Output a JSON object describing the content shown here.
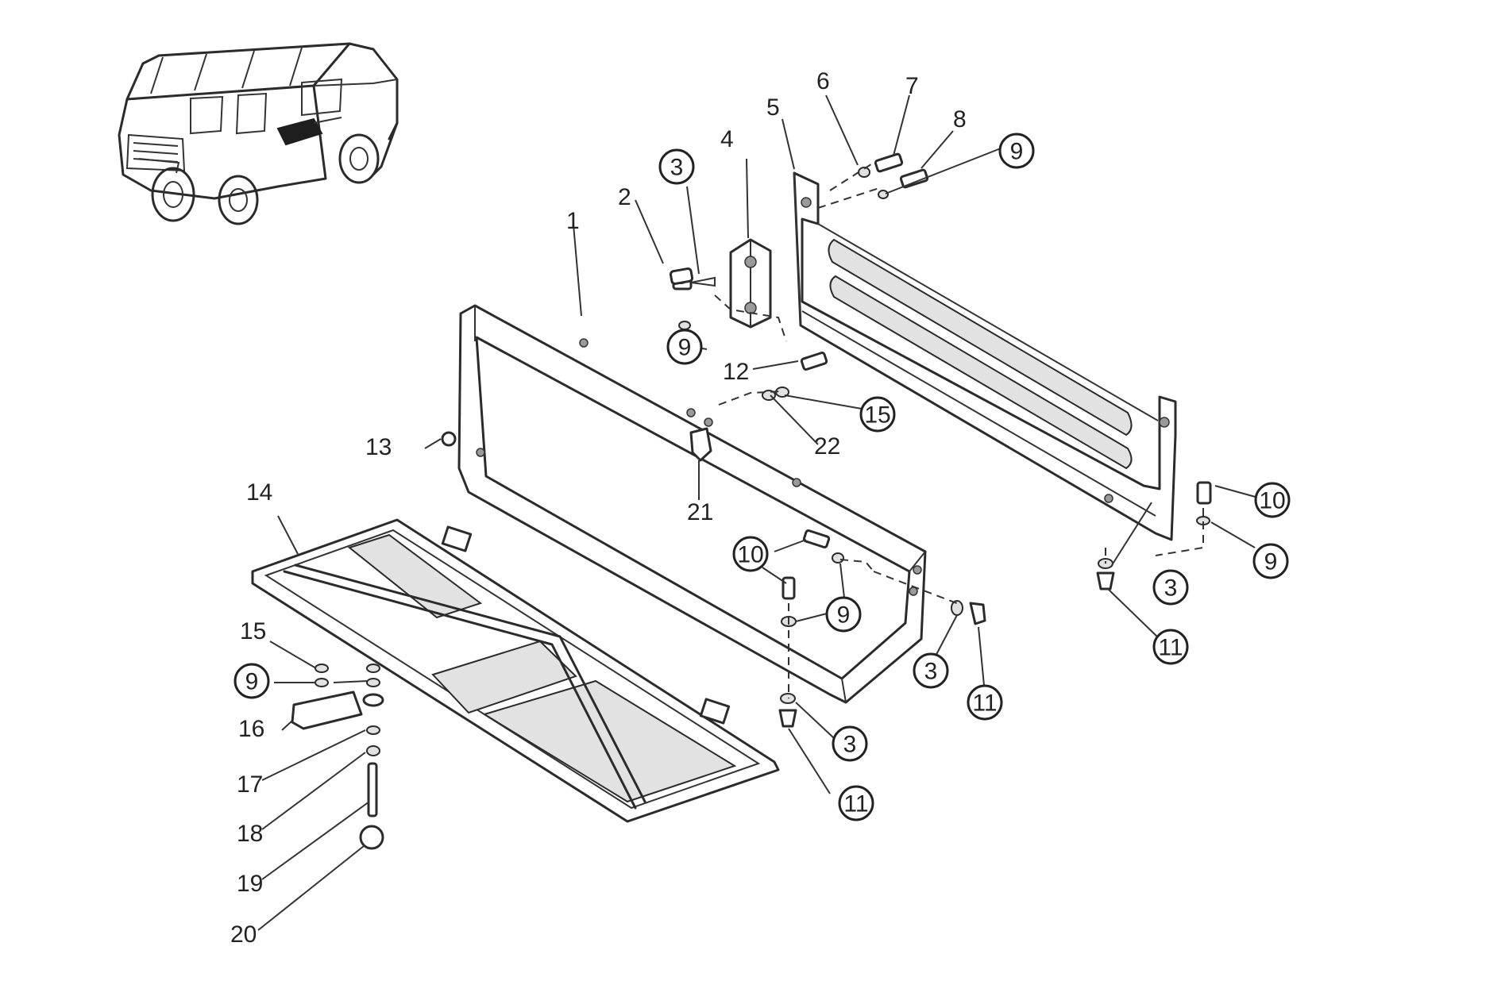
{
  "diagram": {
    "callouts": [
      {
        "label": "1",
        "circled": false
      },
      {
        "label": "2",
        "circled": false
      },
      {
        "label": "3",
        "circled": true
      },
      {
        "label": "4",
        "circled": false
      },
      {
        "label": "5",
        "circled": false
      },
      {
        "label": "6",
        "circled": false
      },
      {
        "label": "7",
        "circled": false
      },
      {
        "label": "8",
        "circled": false
      },
      {
        "label": "9",
        "circled": true
      },
      {
        "label": "9",
        "circled": true
      },
      {
        "label": "12",
        "circled": false
      },
      {
        "label": "15",
        "circled": true
      },
      {
        "label": "22",
        "circled": false
      },
      {
        "label": "13",
        "circled": false
      },
      {
        "label": "21",
        "circled": false
      },
      {
        "label": "14",
        "circled": false
      },
      {
        "label": "10",
        "circled": true
      },
      {
        "label": "9",
        "circled": true
      },
      {
        "label": "3",
        "circled": true
      },
      {
        "label": "11",
        "circled": true
      },
      {
        "label": "10",
        "circled": true
      },
      {
        "label": "9",
        "circled": true
      },
      {
        "label": "3",
        "circled": true
      },
      {
        "label": "11",
        "circled": true
      },
      {
        "label": "3",
        "circled": true
      },
      {
        "label": "11",
        "circled": true
      },
      {
        "label": "15",
        "circled": false
      },
      {
        "label": "9",
        "circled": true
      },
      {
        "label": "16",
        "circled": false
      },
      {
        "label": "17",
        "circled": false
      },
      {
        "label": "18",
        "circled": false
      },
      {
        "label": "19",
        "circled": false
      },
      {
        "label": "20",
        "circled": false
      }
    ]
  }
}
